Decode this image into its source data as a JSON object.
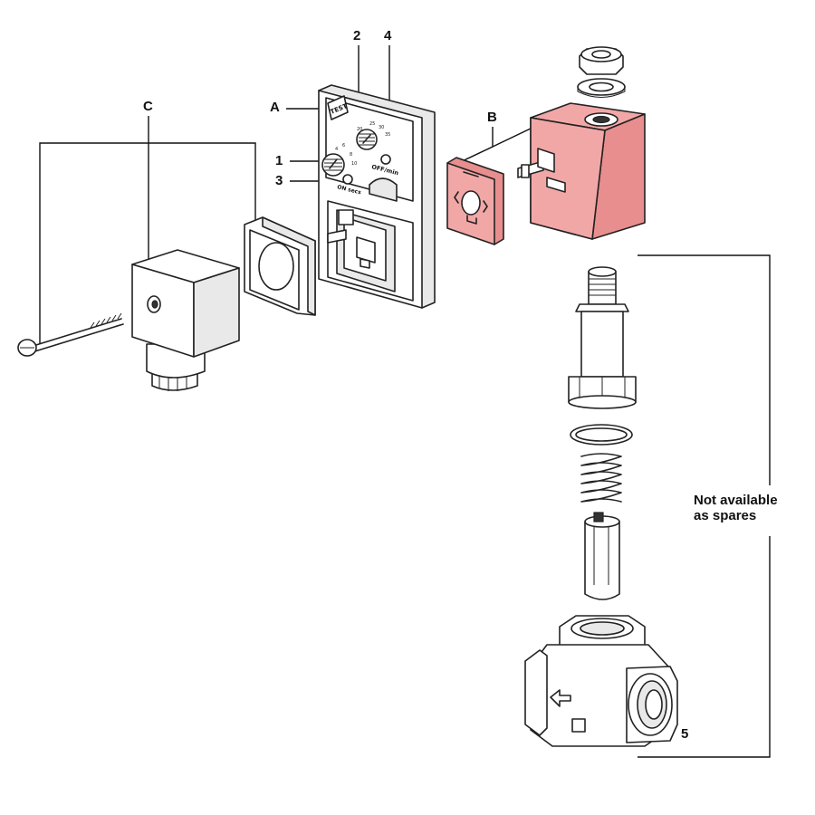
{
  "callouts": {
    "A": "A",
    "B": "B",
    "C": "C",
    "n1": "1",
    "n2": "2",
    "n3": "3",
    "n4": "4",
    "n5": "5"
  },
  "timer_face": {
    "test": "TEST",
    "on_unit": "ON secs",
    "off_unit": "OFF/min"
  },
  "note": {
    "line1": "Not available",
    "line2": "as spares"
  },
  "colors": {
    "highlight": "#f2a7a7",
    "line": "#222222"
  }
}
